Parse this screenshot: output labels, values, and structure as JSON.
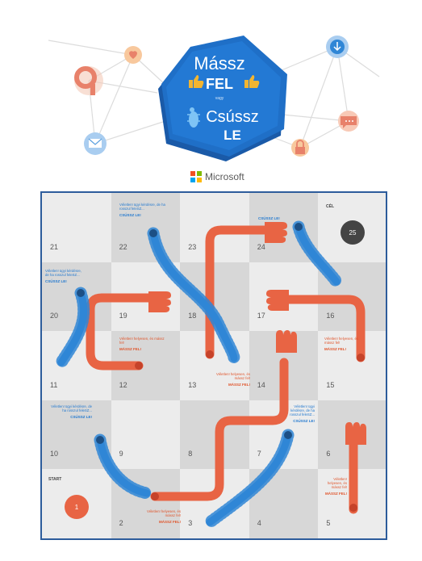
{
  "logo": {
    "line1": "Mássz",
    "line2": "FEL",
    "connector": "vagy",
    "line3": "Csússz",
    "line4": "LE"
  },
  "brand": {
    "name": "Microsoft"
  },
  "icons": [
    "location-pin-icon",
    "heart-icon",
    "mail-icon",
    "download-icon",
    "chat-icon",
    "lock-icon",
    "thumbs-up-icon",
    "bug-icon"
  ],
  "colors": {
    "hex_blue": "#1f6fc7",
    "snake_blue": "#2f86d6",
    "ladder_orange": "#e86444",
    "border": "#2d5c9b"
  },
  "board": {
    "start_label": "START",
    "goal_label": "CÉL",
    "start_number": "1",
    "goal_number": "25",
    "numbers": {
      "n2": "2",
      "n3": "3",
      "n4": "4",
      "n5": "5",
      "n6": "6",
      "n7": "7",
      "n8": "8",
      "n9": "9",
      "n10": "10",
      "n11": "11",
      "n12": "12",
      "n13": "13",
      "n14": "14",
      "n15": "15",
      "n16": "16",
      "n17": "17",
      "n18": "18",
      "n19": "19",
      "n20": "20",
      "n21": "21",
      "n22": "22",
      "n23": "23",
      "n24": "24"
    },
    "notes": {
      "blue_text": "Véletlen! ügyi kérdésre, de ha rosszul feleSZ...",
      "blue_action": "CSÚSSZ LE!",
      "orange_text": "Véletlen! helyesen, és mássz fel!",
      "orange_action": "MÁSSZ FEL!"
    }
  }
}
